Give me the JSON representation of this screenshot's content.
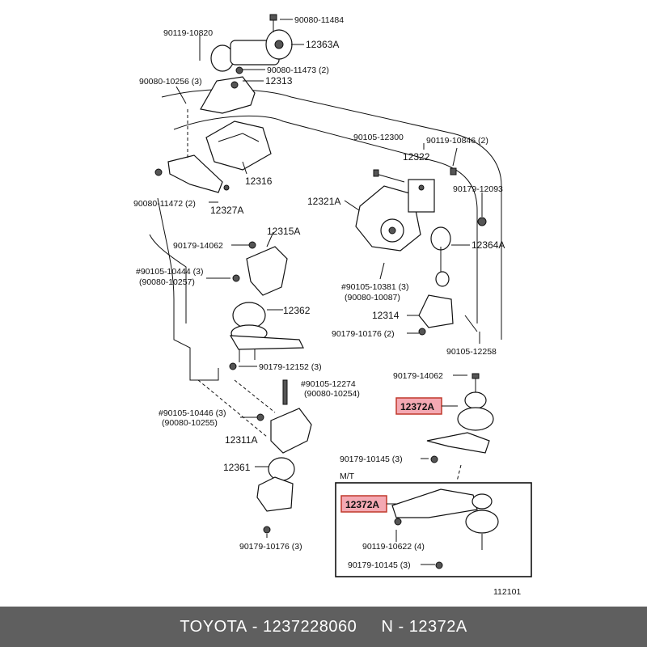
{
  "labels": {
    "p90080_11484": "90080-11484",
    "p90119_10820": "90119-10820",
    "p12363A": "12363A",
    "p90080_11473": "90080-11473 (2)",
    "p90080_10256": "90080-10256 (3)",
    "p12313": "12313",
    "p90105_12300": "90105-12300",
    "p90119_10846": "90119-10846 (2)",
    "p12322": "12322",
    "p12316": "12316",
    "p90179_12093": "90179-12093",
    "p12321A": "12321A",
    "p90080_11472": "90080-11472 (2)",
    "p12327A": "12327A",
    "p12364A": "12364A",
    "p90179_14062a": "90179-14062",
    "p12315A": "12315A",
    "p90105_10444": "#90105-10444 (3)",
    "p90080_10257": "(90080-10257)",
    "p90105_10381": "#90105-10381 (3)",
    "p90080_10087": "(90080-10087)",
    "p12362": "12362",
    "p12314": "12314",
    "p90179_10176a": "90179-10176 (2)",
    "p90105_12258": "90105-12258",
    "p90179_12152": "90179-12152 (3)",
    "p90105_12274": "#90105-12274",
    "p90080_10254": "(90080-10254)",
    "p90179_14062b": "90179-14062",
    "p90105_10446": "#90105-10446 (3)",
    "p90080_10255": "(90080-10255)",
    "p12311A": "12311A",
    "p90179_10145a": "90179-10145 (3)",
    "p12361": "12361",
    "mt": "M/T",
    "p90119_10622": "90119-10622 (4)",
    "p90179_10176b": "90179-10176 (3)",
    "p90179_10145b": "90179-10145 (3)",
    "diagram_no": "112101"
  },
  "highlighted": {
    "top": "12372A",
    "bottom": "12372A",
    "color": "#f4a9b3"
  },
  "footer": {
    "brand": "TOYOTA",
    "sep1": " - ",
    "part_number": "1237228060",
    "spacer": "     ",
    "ref": "N - 12372A",
    "bg_color": "#5f5f5f"
  }
}
